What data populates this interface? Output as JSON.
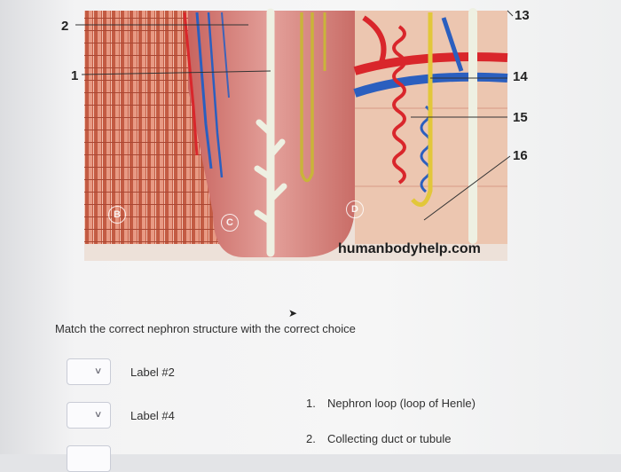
{
  "figure": {
    "labels": [
      "1",
      "2",
      "13",
      "14",
      "15",
      "16"
    ],
    "region_letters": [
      "B",
      "C",
      "D"
    ],
    "watermark": "humanbodyhelp.com"
  },
  "question": {
    "prompt": "Match the correct nephron structure with the correct choice"
  },
  "dropdowns": [
    {
      "label": "Label #2",
      "selected": ""
    },
    {
      "label": "Label #4",
      "selected": ""
    },
    {
      "label": "",
      "selected": ""
    }
  ],
  "choices": [
    {
      "number": "1.",
      "text": "Nephron loop (loop of Henle)"
    },
    {
      "number": "2.",
      "text": "Collecting duct or tubule"
    }
  ],
  "colors": {
    "artery": "#d9262b",
    "vein": "#2b5fbf",
    "tubule": "#f0ece0",
    "loop_yellow": "#d8c43a",
    "medulla": "#d98a84",
    "cortex_stripe": "#c8664e"
  },
  "icons": [
    "chevron-down-icon",
    "cursor-arrow-icon"
  ]
}
